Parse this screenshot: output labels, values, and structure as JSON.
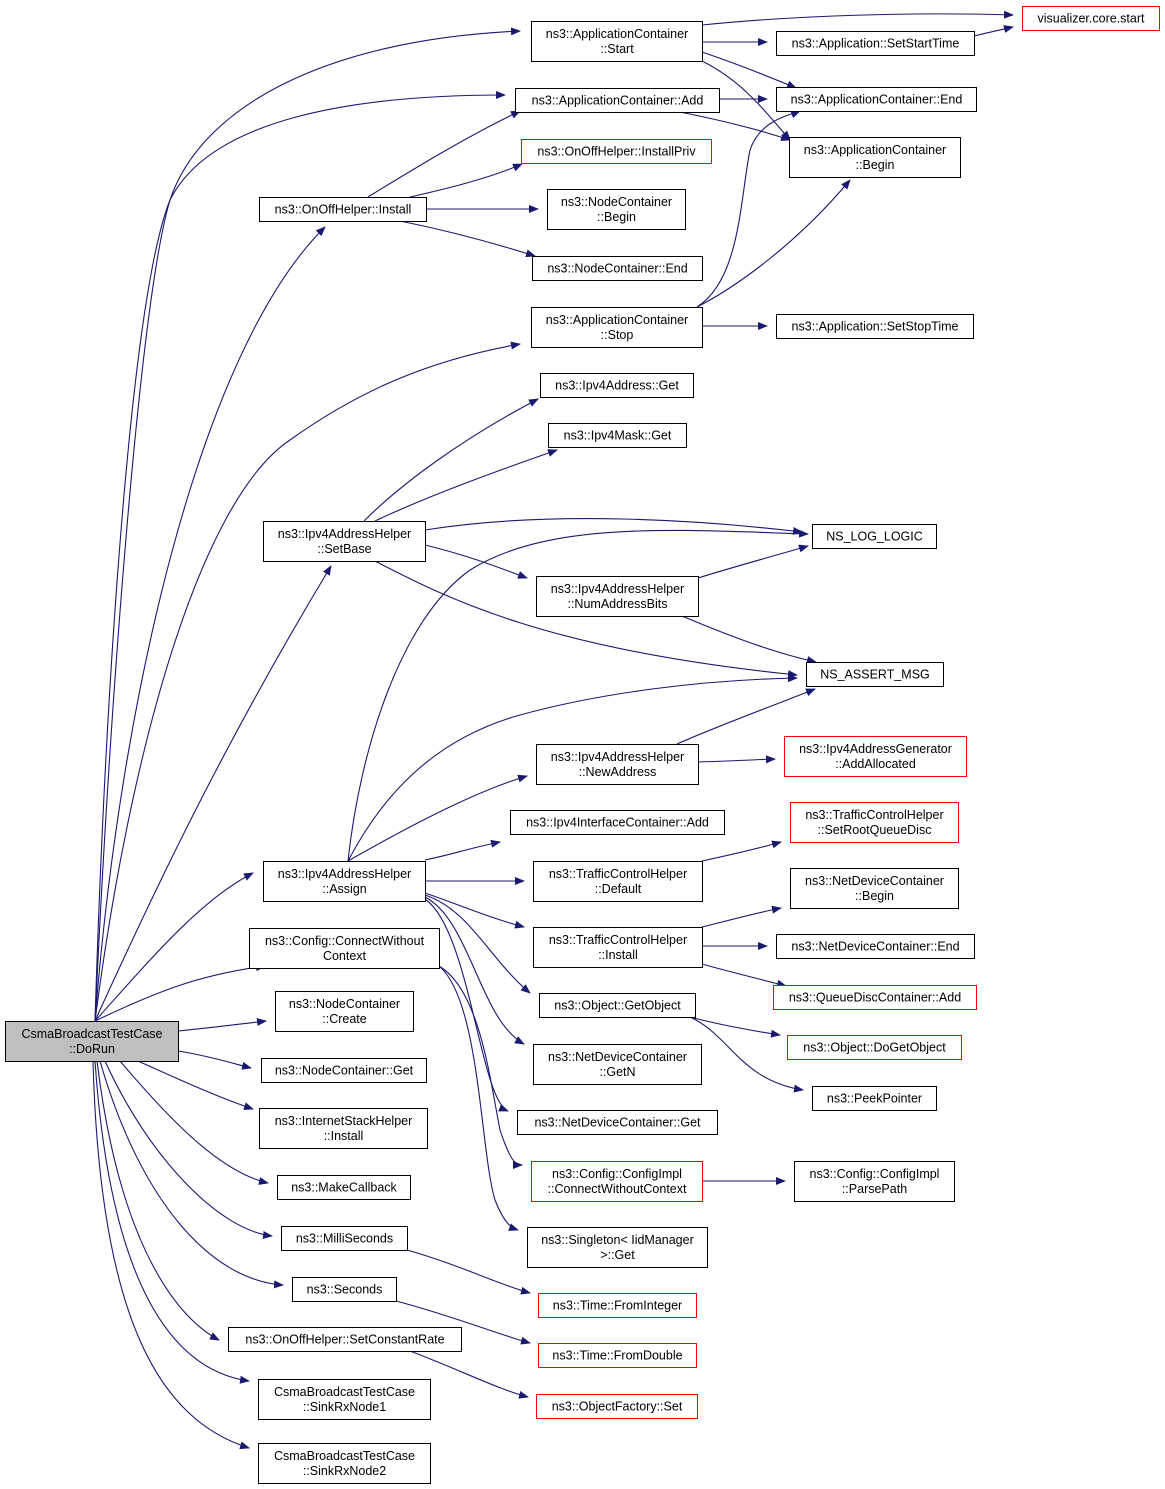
{
  "nodes": {
    "dorun": [
      "CsmaBroadcastTestCase",
      "::DoRun"
    ],
    "app_start": [
      "ns3::ApplicationContainer",
      "::Start"
    ],
    "app_add": [
      "ns3::ApplicationContainer::Add"
    ],
    "onoff_install": [
      "ns3::OnOffHelper::Install"
    ],
    "app_stop": [
      "ns3::ApplicationContainer",
      "::Stop"
    ],
    "ipv4helper_setbase": [
      "ns3::Ipv4AddressHelper",
      "::SetBase"
    ],
    "ipv4helper_assign": [
      "ns3::Ipv4AddressHelper",
      "::Assign"
    ],
    "config_connect": [
      "ns3::Config::ConnectWithout",
      "Context"
    ],
    "nodec_create": [
      "ns3::NodeContainer",
      "::Create"
    ],
    "nodec_get": [
      "ns3::NodeContainer::Get"
    ],
    "inet_install": [
      "ns3::InternetStackHelper",
      "::Install"
    ],
    "makecallback": [
      "ns3::MakeCallback"
    ],
    "milliseconds": [
      "ns3::MilliSeconds"
    ],
    "seconds": [
      "ns3::Seconds"
    ],
    "setconstantrate": [
      "ns3::OnOffHelper::SetConstantRate"
    ],
    "sinkrx1": [
      "CsmaBroadcastTestCase",
      "::SinkRxNode1"
    ],
    "sinkrx2": [
      "CsmaBroadcastTestCase",
      "::SinkRxNode2"
    ],
    "installpriv": [
      "ns3::OnOffHelper::InstallPriv"
    ],
    "nodec_begin": [
      "ns3::NodeContainer",
      "::Begin"
    ],
    "nodec_end": [
      "ns3::NodeContainer::End"
    ],
    "ipv4addr_get": [
      "ns3::Ipv4Address::Get"
    ],
    "ipv4mask_get": [
      "ns3::Ipv4Mask::Get"
    ],
    "numaddrbits": [
      "ns3::Ipv4AddressHelper",
      "::NumAddressBits"
    ],
    "newaddress": [
      "ns3::Ipv4AddressHelper",
      "::NewAddress"
    ],
    "ipv4if_add": [
      "ns3::Ipv4InterfaceContainer::Add"
    ],
    "tch_default": [
      "ns3::TrafficControlHelper",
      "::Default"
    ],
    "tch_install": [
      "ns3::TrafficControlHelper",
      "::Install"
    ],
    "getobject": [
      "ns3::Object::GetObject"
    ],
    "ndc_getn": [
      "ns3::NetDeviceContainer",
      "::GetN"
    ],
    "ndc_get": [
      "ns3::NetDeviceContainer::Get"
    ],
    "configimpl_connect": [
      "ns3::Config::ConfigImpl",
      "::ConnectWithoutContext"
    ],
    "singleton_get": [
      "ns3::Singleton< IidManager",
      " >::Get"
    ],
    "time_fromint": [
      "ns3::Time::FromInteger"
    ],
    "time_fromdouble": [
      "ns3::Time::FromDouble"
    ],
    "objfactory_set": [
      "ns3::ObjectFactory::Set"
    ],
    "vis_start": [
      "visualizer.core.start"
    ],
    "app_setstarttime": [
      "ns3::Application::SetStartTime"
    ],
    "app_end": [
      "ns3::ApplicationContainer::End"
    ],
    "app_begin": [
      "ns3::ApplicationContainer",
      "::Begin"
    ],
    "app_setstoptime": [
      "ns3::Application::SetStopTime"
    ],
    "ns_log_logic": [
      "NS_LOG_LOGIC"
    ],
    "ns_assert_msg": [
      "NS_ASSERT_MSG"
    ],
    "addrgen_addalloc": [
      "ns3::Ipv4AddressGenerator",
      "::AddAllocated"
    ],
    "tch_setroot": [
      "ns3::TrafficControlHelper",
      "::SetRootQueueDisc"
    ],
    "ndc_begin": [
      "ns3::NetDeviceContainer",
      "::Begin"
    ],
    "ndc_end": [
      "ns3::NetDeviceContainer::End"
    ],
    "qdc_add": [
      "ns3::QueueDiscContainer::Add"
    ],
    "obj_dogetobject": [
      "ns3::Object::DoGetObject"
    ],
    "peekpointer": [
      "ns3::PeekPointer"
    ],
    "configimpl_parse": [
      "ns3::Config::ConfigImpl",
      "::ParsePath"
    ]
  },
  "colors": {
    "edge": "#191970",
    "box_border": "#000000",
    "box_border_truncated": "#ff0000",
    "root_fill": "#bfbfbf"
  }
}
